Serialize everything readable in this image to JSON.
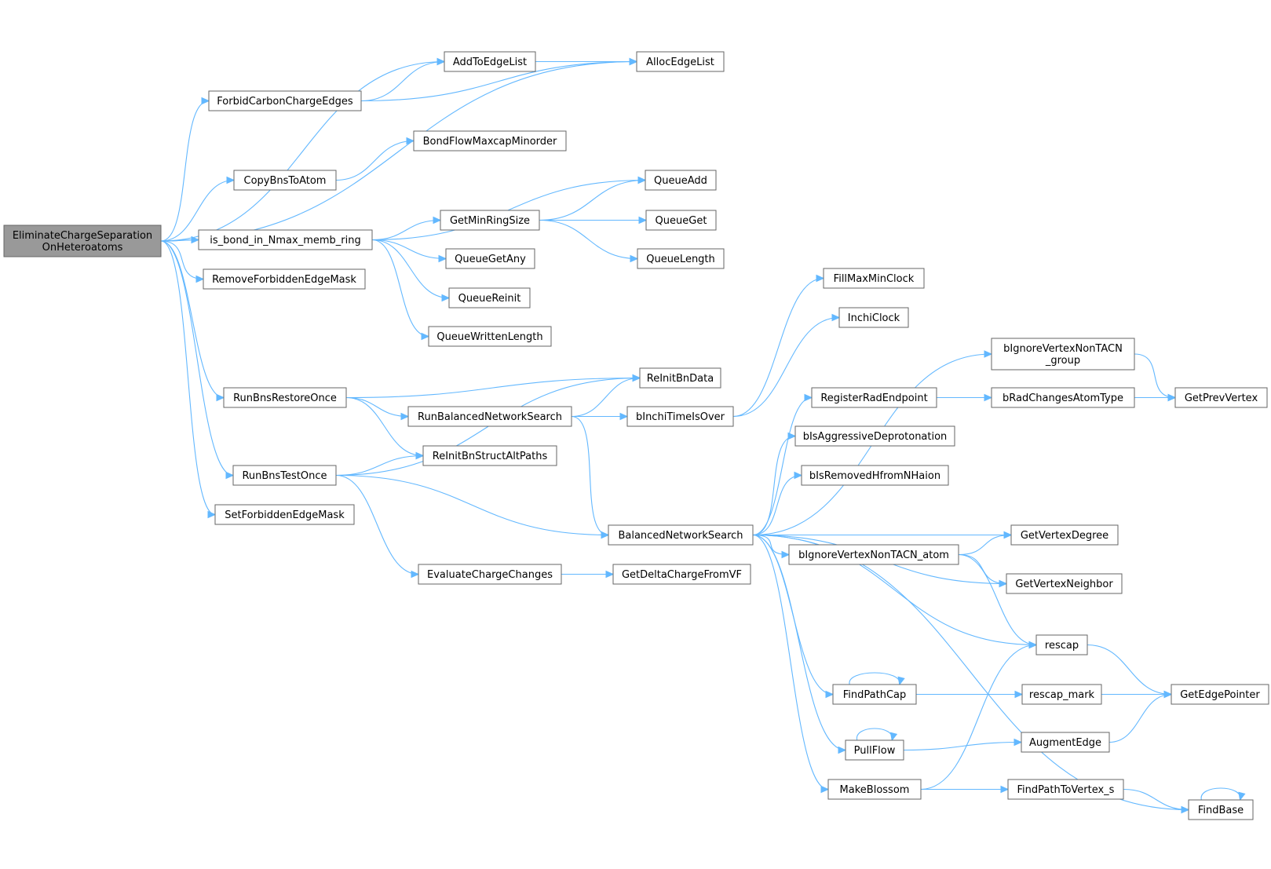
{
  "colors": {
    "edge": "#63b8ff",
    "node_fill": "#ffffff",
    "root_fill": "#999999",
    "node_border": "#666666",
    "text": "#000000"
  },
  "nodes": [
    {
      "id": "root",
      "lines": [
        "EliminateChargeSeparation",
        "OnHeteroatoms"
      ],
      "root": true
    },
    {
      "id": "AddToEdgeList",
      "lines": [
        "AddToEdgeList"
      ]
    },
    {
      "id": "AllocEdgeList",
      "lines": [
        "AllocEdgeList"
      ]
    },
    {
      "id": "ForbidCarbonChargeEdges",
      "lines": [
        "ForbidCarbonChargeEdges"
      ]
    },
    {
      "id": "BondFlowMaxcapMinorder",
      "lines": [
        "BondFlowMaxcapMinorder"
      ]
    },
    {
      "id": "CopyBnsToAtom",
      "lines": [
        "CopyBnsToAtom"
      ]
    },
    {
      "id": "QueueAdd",
      "lines": [
        "QueueAdd"
      ]
    },
    {
      "id": "GetMinRingSize",
      "lines": [
        "GetMinRingSize"
      ]
    },
    {
      "id": "QueueGet",
      "lines": [
        "QueueGet"
      ]
    },
    {
      "id": "is_bond_in_Nmax_memb_ring",
      "lines": [
        "is_bond_in_Nmax_memb_ring"
      ]
    },
    {
      "id": "QueueLength",
      "lines": [
        "QueueLength"
      ]
    },
    {
      "id": "QueueGetAny",
      "lines": [
        "QueueGetAny"
      ]
    },
    {
      "id": "RemoveForbiddenEdgeMask",
      "lines": [
        "RemoveForbiddenEdgeMask"
      ]
    },
    {
      "id": "QueueReinit",
      "lines": [
        "QueueReinit"
      ]
    },
    {
      "id": "QueueWrittenLength",
      "lines": [
        "QueueWrittenLength"
      ]
    },
    {
      "id": "FillMaxMinClock",
      "lines": [
        "FillMaxMinClock"
      ]
    },
    {
      "id": "InchiClock",
      "lines": [
        "InchiClock"
      ]
    },
    {
      "id": "bIgnoreVertexNonTACN_group",
      "lines": [
        "bIgnoreVertexNonTACN",
        "_group"
      ]
    },
    {
      "id": "ReInitBnData",
      "lines": [
        "ReInitBnData"
      ]
    },
    {
      "id": "RunBnsRestoreOnce",
      "lines": [
        "RunBnsRestoreOnce"
      ]
    },
    {
      "id": "RegisterRadEndpoint",
      "lines": [
        "RegisterRadEndpoint"
      ]
    },
    {
      "id": "bRadChangesAtomType",
      "lines": [
        "bRadChangesAtomType"
      ]
    },
    {
      "id": "GetPrevVertex",
      "lines": [
        "GetPrevVertex"
      ]
    },
    {
      "id": "RunBalancedNetworkSearch",
      "lines": [
        "RunBalancedNetworkSearch"
      ]
    },
    {
      "id": "bInchiTimeIsOver",
      "lines": [
        "bInchiTimeIsOver"
      ]
    },
    {
      "id": "bIsAggressiveDeprotonation",
      "lines": [
        "bIsAggressiveDeprotonation"
      ]
    },
    {
      "id": "ReInitBnStructAltPaths",
      "lines": [
        "ReInitBnStructAltPaths"
      ]
    },
    {
      "id": "RunBnsTestOnce",
      "lines": [
        "RunBnsTestOnce"
      ]
    },
    {
      "id": "bIsRemovedHfromNHaion",
      "lines": [
        "bIsRemovedHfromNHaion"
      ]
    },
    {
      "id": "SetForbiddenEdgeMask",
      "lines": [
        "SetForbiddenEdgeMask"
      ]
    },
    {
      "id": "BalancedNetworkSearch",
      "lines": [
        "BalancedNetworkSearch"
      ]
    },
    {
      "id": "GetVertexDegree",
      "lines": [
        "GetVertexDegree"
      ]
    },
    {
      "id": "bIgnoreVertexNonTACN_atom",
      "lines": [
        "bIgnoreVertexNonTACN_atom"
      ]
    },
    {
      "id": "EvaluateChargeChanges",
      "lines": [
        "EvaluateChargeChanges"
      ]
    },
    {
      "id": "GetDeltaChargeFromVF",
      "lines": [
        "GetDeltaChargeFromVF"
      ]
    },
    {
      "id": "GetVertexNeighbor",
      "lines": [
        "GetVertexNeighbor"
      ]
    },
    {
      "id": "rescap",
      "lines": [
        "rescap"
      ]
    },
    {
      "id": "FindPathCap",
      "lines": [
        "FindPathCap"
      ]
    },
    {
      "id": "rescap_mark",
      "lines": [
        "rescap_mark"
      ]
    },
    {
      "id": "GetEdgePointer",
      "lines": [
        "GetEdgePointer"
      ]
    },
    {
      "id": "PullFlow",
      "lines": [
        "PullFlow"
      ]
    },
    {
      "id": "AugmentEdge",
      "lines": [
        "AugmentEdge"
      ]
    },
    {
      "id": "MakeBlossom",
      "lines": [
        "MakeBlossom"
      ]
    },
    {
      "id": "FindPathToVertex_s",
      "lines": [
        "FindPathToVertex_s"
      ]
    },
    {
      "id": "FindBase",
      "lines": [
        "FindBase"
      ]
    }
  ],
  "edges": [
    [
      "root",
      "AllocEdgeList"
    ],
    [
      "root",
      "AddToEdgeList"
    ],
    [
      "root",
      "ForbidCarbonChargeEdges"
    ],
    [
      "root",
      "CopyBnsToAtom"
    ],
    [
      "root",
      "is_bond_in_Nmax_memb_ring"
    ],
    [
      "root",
      "RemoveForbiddenEdgeMask"
    ],
    [
      "root",
      "RunBnsRestoreOnce"
    ],
    [
      "root",
      "RunBnsTestOnce"
    ],
    [
      "root",
      "SetForbiddenEdgeMask"
    ],
    [
      "AddToEdgeList",
      "AllocEdgeList"
    ],
    [
      "ForbidCarbonChargeEdges",
      "AddToEdgeList"
    ],
    [
      "ForbidCarbonChargeEdges",
      "AllocEdgeList"
    ],
    [
      "CopyBnsToAtom",
      "BondFlowMaxcapMinorder"
    ],
    [
      "is_bond_in_Nmax_memb_ring",
      "QueueAdd"
    ],
    [
      "is_bond_in_Nmax_memb_ring",
      "GetMinRingSize"
    ],
    [
      "is_bond_in_Nmax_memb_ring",
      "QueueGetAny"
    ],
    [
      "is_bond_in_Nmax_memb_ring",
      "QueueReinit"
    ],
    [
      "is_bond_in_Nmax_memb_ring",
      "QueueWrittenLength"
    ],
    [
      "GetMinRingSize",
      "QueueAdd"
    ],
    [
      "GetMinRingSize",
      "QueueGet"
    ],
    [
      "GetMinRingSize",
      "QueueLength"
    ],
    [
      "RunBnsRestoreOnce",
      "ReInitBnData"
    ],
    [
      "RunBnsRestoreOnce",
      "RunBalancedNetworkSearch"
    ],
    [
      "RunBnsRestoreOnce",
      "ReInitBnStructAltPaths"
    ],
    [
      "RunBalancedNetworkSearch",
      "ReInitBnData"
    ],
    [
      "RunBalancedNetworkSearch",
      "bInchiTimeIsOver"
    ],
    [
      "RunBalancedNetworkSearch",
      "BalancedNetworkSearch"
    ],
    [
      "bInchiTimeIsOver",
      "FillMaxMinClock"
    ],
    [
      "bInchiTimeIsOver",
      "InchiClock"
    ],
    [
      "RunBnsTestOnce",
      "ReInitBnStructAltPaths"
    ],
    [
      "RunBnsTestOnce",
      "ReInitBnData"
    ],
    [
      "RunBnsTestOnce",
      "BalancedNetworkSearch"
    ],
    [
      "RunBnsTestOnce",
      "EvaluateChargeChanges"
    ],
    [
      "EvaluateChargeChanges",
      "GetDeltaChargeFromVF"
    ],
    [
      "BalancedNetworkSearch",
      "bIgnoreVertexNonTACN_group"
    ],
    [
      "BalancedNetworkSearch",
      "RegisterRadEndpoint"
    ],
    [
      "BalancedNetworkSearch",
      "bIsAggressiveDeprotonation"
    ],
    [
      "BalancedNetworkSearch",
      "bIsRemovedHfromNHaion"
    ],
    [
      "BalancedNetworkSearch",
      "GetVertexDegree"
    ],
    [
      "BalancedNetworkSearch",
      "bIgnoreVertexNonTACN_atom"
    ],
    [
      "BalancedNetworkSearch",
      "GetVertexNeighbor"
    ],
    [
      "BalancedNetworkSearch",
      "rescap"
    ],
    [
      "BalancedNetworkSearch",
      "FindPathCap"
    ],
    [
      "BalancedNetworkSearch",
      "PullFlow"
    ],
    [
      "BalancedNetworkSearch",
      "MakeBlossom"
    ],
    [
      "BalancedNetworkSearch",
      "FindBase"
    ],
    [
      "bIgnoreVertexNonTACN_group",
      "GetPrevVertex"
    ],
    [
      "RegisterRadEndpoint",
      "bRadChangesAtomType"
    ],
    [
      "RegisterRadEndpoint",
      "GetPrevVertex"
    ],
    [
      "bRadChangesAtomType",
      "GetPrevVertex"
    ],
    [
      "bIgnoreVertexNonTACN_atom",
      "GetVertexDegree"
    ],
    [
      "bIgnoreVertexNonTACN_atom",
      "GetVertexNeighbor"
    ],
    [
      "bIgnoreVertexNonTACN_atom",
      "rescap"
    ],
    [
      "rescap",
      "GetEdgePointer"
    ],
    [
      "FindPathCap",
      "FindPathCap"
    ],
    [
      "FindPathCap",
      "rescap_mark"
    ],
    [
      "rescap_mark",
      "GetEdgePointer"
    ],
    [
      "PullFlow",
      "PullFlow"
    ],
    [
      "PullFlow",
      "AugmentEdge"
    ],
    [
      "AugmentEdge",
      "GetEdgePointer"
    ],
    [
      "MakeBlossom",
      "rescap"
    ],
    [
      "MakeBlossom",
      "FindPathToVertex_s"
    ],
    [
      "FindPathToVertex_s",
      "FindBase"
    ],
    [
      "FindBase",
      "FindBase"
    ]
  ]
}
